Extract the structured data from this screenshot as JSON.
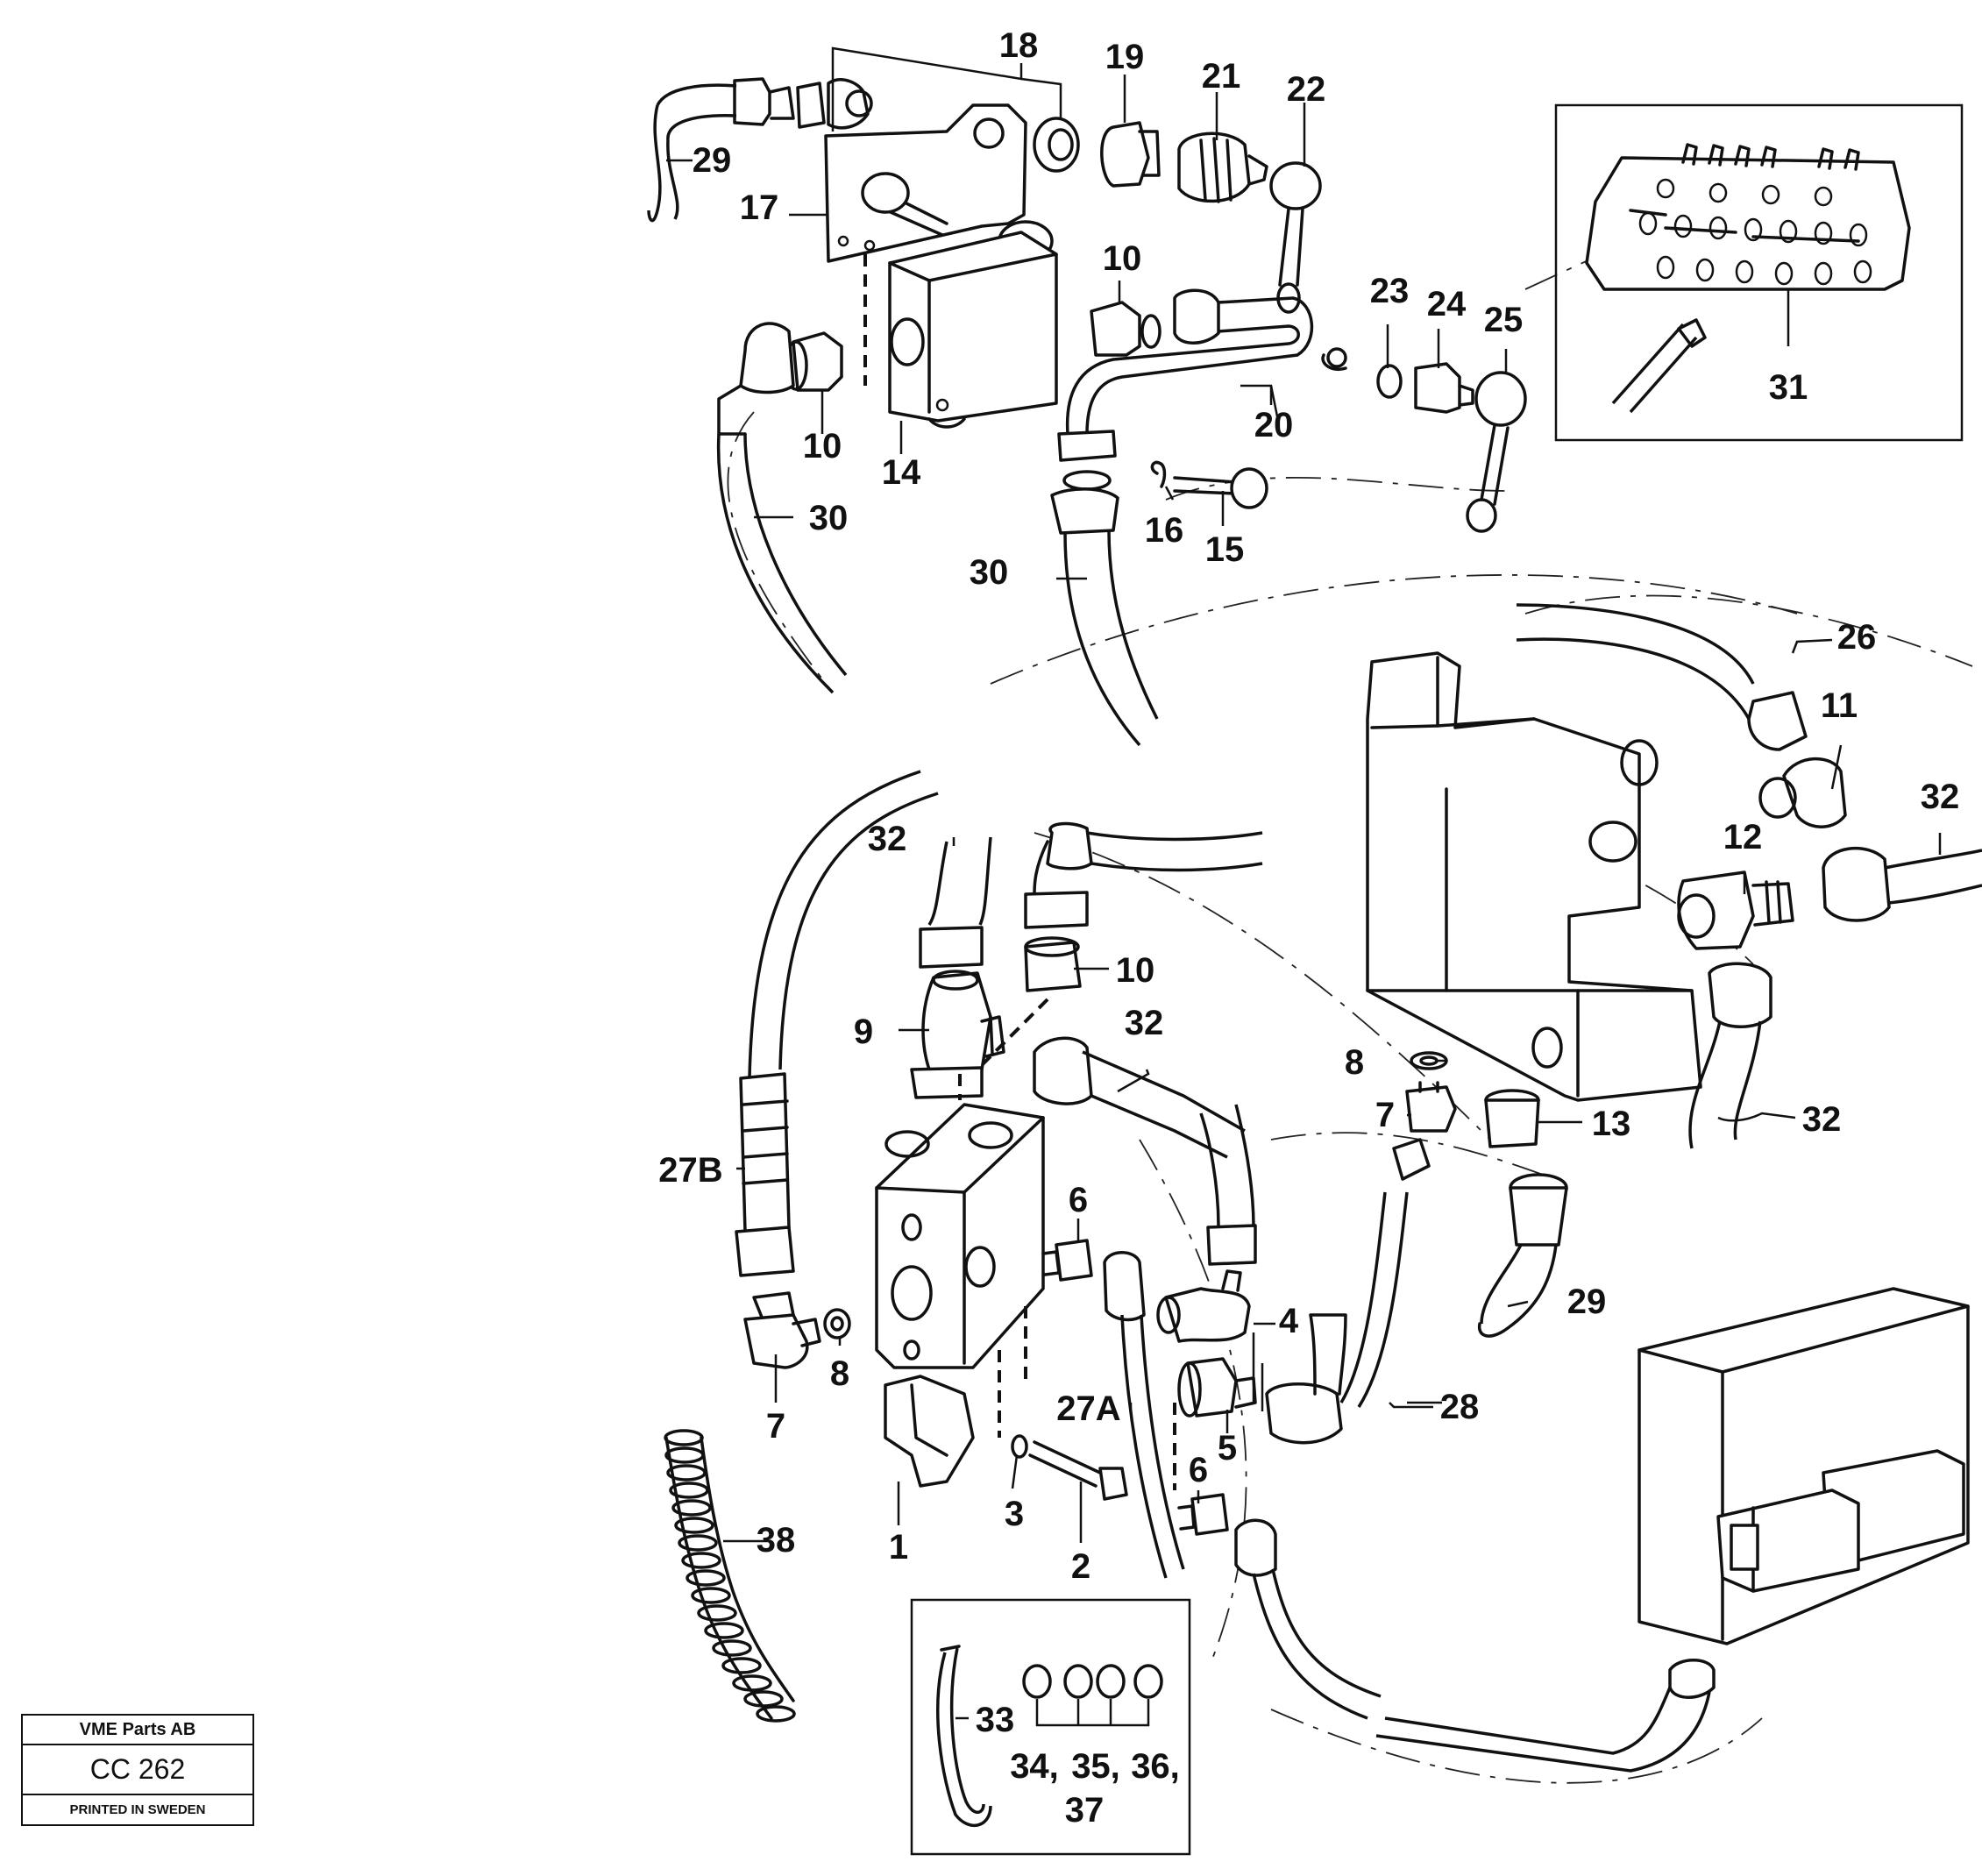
{
  "labels": {
    "l1": "1",
    "l2": "2",
    "l3": "3",
    "l4": "4",
    "l5": "5",
    "l6": "6",
    "l7": "7",
    "l8": "8",
    "l9": "9",
    "l10": "10",
    "l11": "11",
    "l12": "12",
    "l13": "13",
    "l14": "14",
    "l15": "15",
    "l16": "16",
    "l17": "17",
    "l18": "18",
    "l19": "19",
    "l20": "20",
    "l21": "21",
    "l22": "22",
    "l23": "23",
    "l24": "24",
    "l25": "25",
    "l26": "26",
    "l27A": "27A",
    "l27B": "27B",
    "l28": "28",
    "l29": "29",
    "l30": "30",
    "l31": "31",
    "l32": "32",
    "l33": "33",
    "l34": "34,",
    "l35": "35,",
    "l36": "36,",
    "l37": "37",
    "l38": "38"
  },
  "stamp": {
    "company": "VME Parts AB",
    "code": "CC 262",
    "printed": "PRINTED IN SWEDEN"
  }
}
